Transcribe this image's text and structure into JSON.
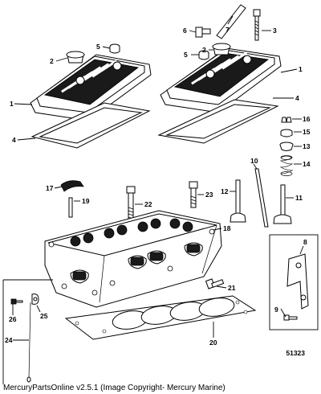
{
  "caption": "MercuryPartsOnline v2.5.1 (Image Copyright- Mercury Marine)",
  "diagram_id": "51323",
  "callouts": {
    "c1_left": "1",
    "c1_right": "1",
    "c2_left": "2",
    "c2_right": "2",
    "c3": "3",
    "c4_left": "4",
    "c4_right": "4",
    "c5_left": "5",
    "c5_right": "5",
    "c6": "6",
    "c7": "7",
    "c8": "8",
    "c9": "9",
    "c10": "10",
    "c11": "11",
    "c12": "12",
    "c13": "13",
    "c14": "14",
    "c15": "15",
    "c16": "16",
    "c17": "17",
    "c18": "18",
    "c19": "19",
    "c20": "20",
    "c21": "21",
    "c22": "22",
    "c23": "23",
    "c24": "24",
    "c25": "25",
    "c26": "26"
  }
}
